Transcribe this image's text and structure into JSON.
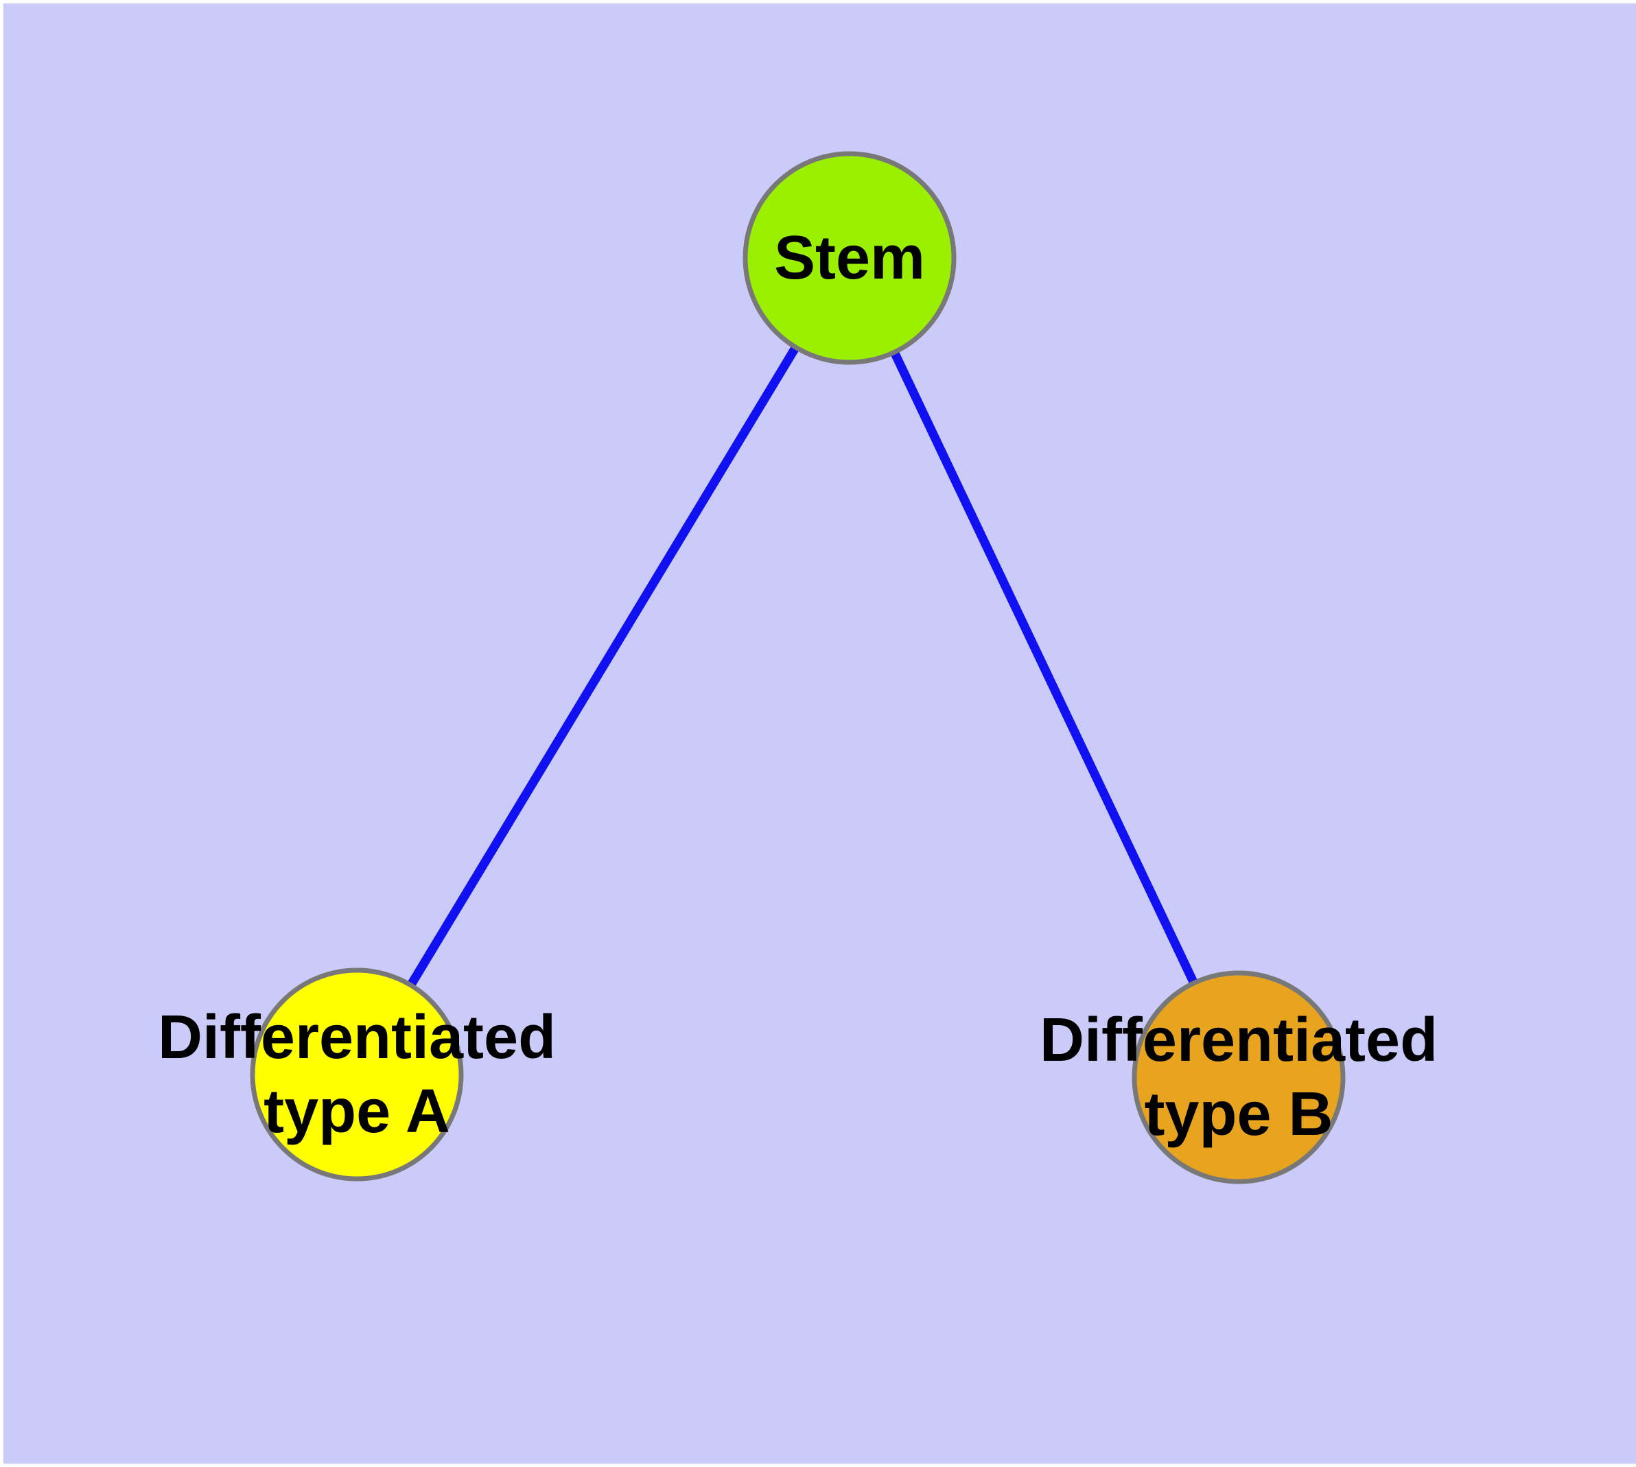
{
  "diagram": {
    "title": "",
    "colors": {
      "background": "#CBCBF9",
      "page_margin": "#FFFFFF",
      "edge": "#1010F0",
      "node_border": "#787878",
      "label_text": "#000000"
    },
    "nodes": {
      "stem": {
        "label": "Stem",
        "fill": "#9AF000"
      },
      "type_a": {
        "line1": "Differentiated",
        "line2": "type A",
        "fill": "#FFFF00"
      },
      "type_b": {
        "line1": "Differentiated",
        "line2": "type B",
        "fill": "#E8A41F"
      }
    },
    "edges": [
      {
        "from": "Stem",
        "to": "Differentiated type A"
      },
      {
        "from": "Stem",
        "to": "Differentiated type B"
      }
    ]
  }
}
